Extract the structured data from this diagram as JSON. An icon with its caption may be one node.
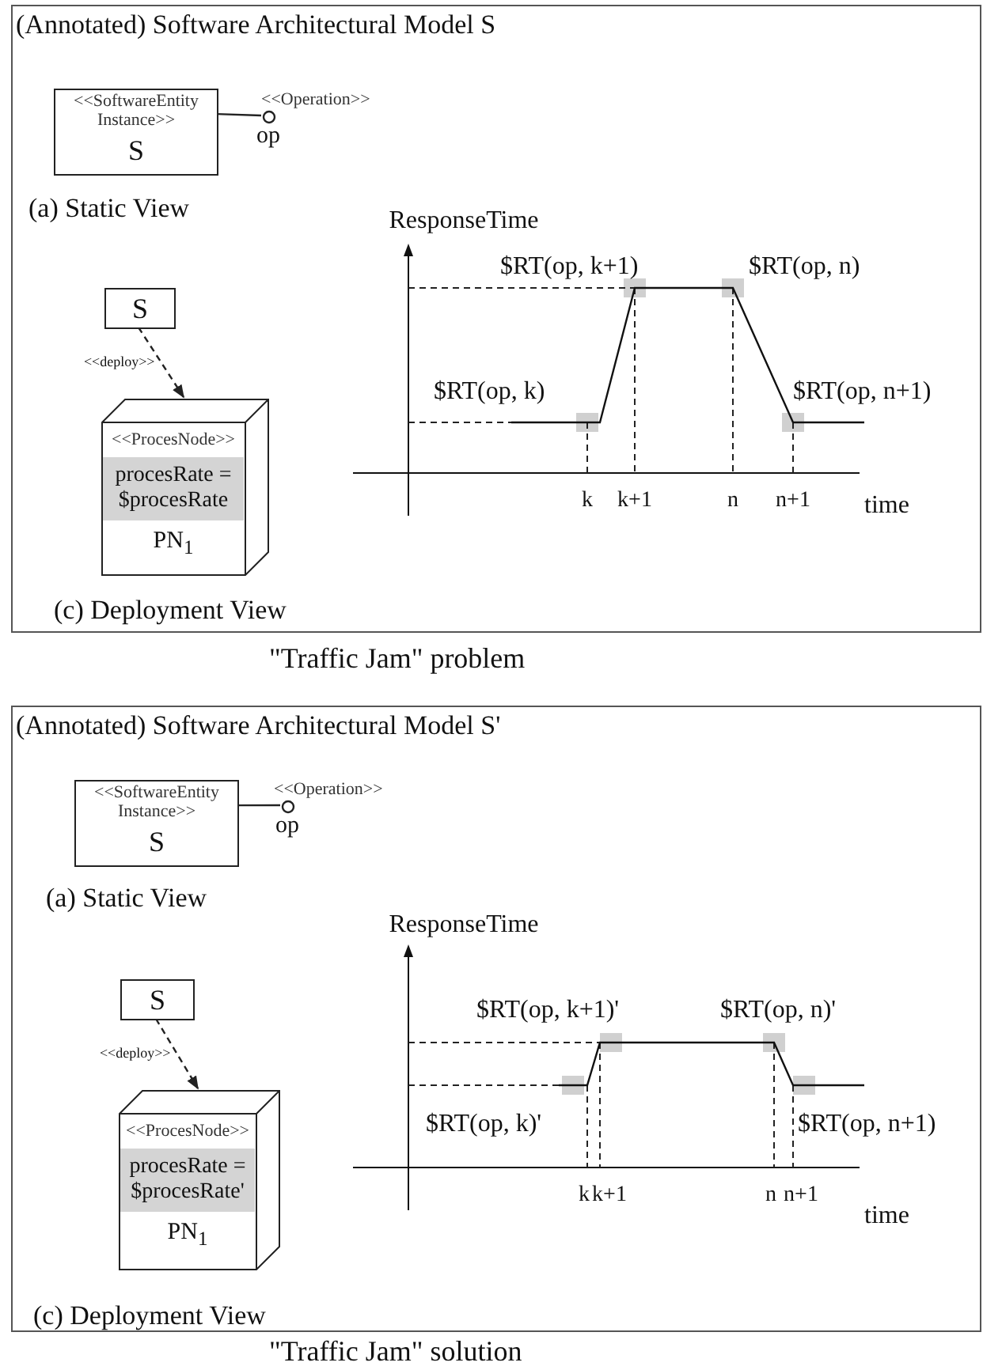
{
  "diagram": {
    "nodes": [
      {
        "text": [
          "(Annotated) Software Architectural Model S"
        ],
        "beside": [
          "\"Traffic Jam\" problem"
        ]
      },
      {
        "text": [
          "<<SoftwareEntity Instance>>",
          "S"
        ],
        "in": 0
      },
      {
        "text": [
          "<<Operation>>",
          "op"
        ],
        "in": 0
      },
      {
        "text": [
          "S"
        ],
        "in": 0
      },
      {
        "text": [
          "<<ProcesNode>>",
          "procesRate = $procesRate",
          "PN$_{1}$"
        ],
        "in": 0
      },
      {
        "text": [
          "(Annotated) Software Architectural Model S'"
        ],
        "beside": [
          "\"Traffic Jam\" solution"
        ]
      },
      {
        "text": [
          "<<SoftwareEntity Instance>>",
          "S"
        ],
        "in": 5
      },
      {
        "text": [
          "<<Operation>>",
          "op"
        ],
        "in": 5
      },
      {
        "text": [
          "S"
        ],
        "in": 5
      },
      {
        "text": [
          "<<ProcesNode>>",
          "procesRate = $procesRate'",
          "PN$_{1}$"
        ],
        "in": 5
      }
    ],
    "edges": [
      {
        "from": 1,
        "to": 2,
        "arrow": "none"
      },
      {
        "from": 3,
        "to": 4,
        "arrow": "to",
        "style": "dashed",
        "label": "<<deploy>>"
      },
      {
        "from": 6,
        "to": 7,
        "arrow": "none"
      },
      {
        "from": 8,
        "to": 9,
        "arrow": "to",
        "style": "dashed",
        "label": "<<deploy>>"
      }
    ],
    "labels": [
      "(a) Static View",
      "ResponseTime",
      "$RT(op, k+1)",
      "$RT(op, n)",
      "$RT(op, k)",
      "$RT(op, n+1)",
      "k",
      "k+1",
      "n",
      "n+1",
      "time",
      "(c) Deployment View",
      "(a) Static View",
      "ResponseTime",
      "$RT(op, k+1)'",
      "$RT(op, n)'",
      "$RT(op, k)'",
      "$RT(op, n+1)",
      "k",
      "k+1",
      "n",
      "n+1",
      "time",
      "(c) Deployment View"
    ]
  }
}
